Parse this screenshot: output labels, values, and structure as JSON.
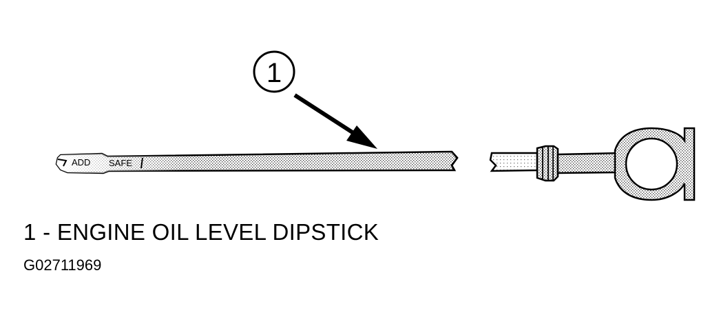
{
  "callout": {
    "number": "1"
  },
  "dipstick_marks": {
    "add": "ADD",
    "safe": "SAFE"
  },
  "caption": {
    "text": "1 - ENGINE OIL LEVEL DIPSTICK"
  },
  "figure_id": {
    "text": "G02711969"
  },
  "colors": {
    "line": "#000000",
    "shading": "#9a9a9a",
    "background": "#ffffff"
  }
}
